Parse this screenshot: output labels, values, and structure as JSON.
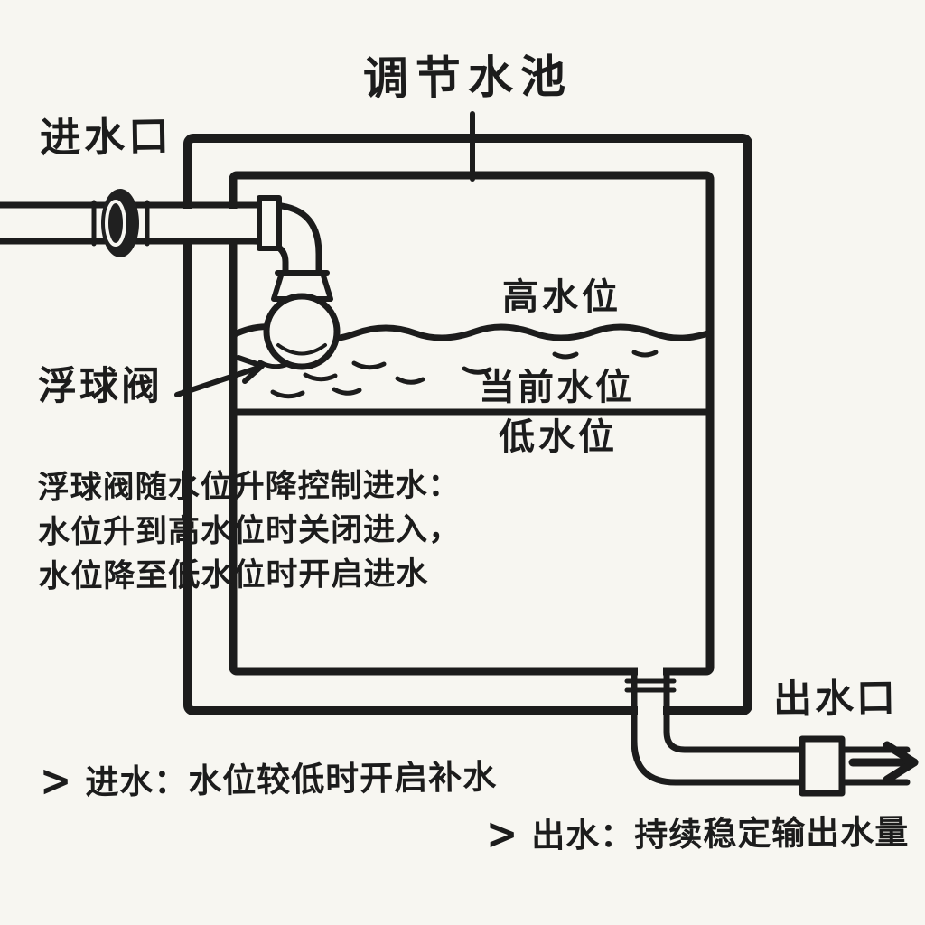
{
  "colors": {
    "background": "#f7f6f1",
    "ink": "#1c1c1c"
  },
  "diagram": {
    "title": "调节水池",
    "inlet_label": "进水口",
    "outlet_label": "出水口",
    "float_valve_label": "浮球阀",
    "levels": {
      "high": "高水位",
      "current": "当前水位",
      "low": "低水位"
    },
    "description_lines": [
      "浮球阀随水位升降控制进水：",
      "水位升到高水位时关闭进入，",
      "水位降至低水位时开启进水"
    ],
    "notes": [
      {
        "bullet": ">",
        "text": "进水：水位较低时开启补水"
      },
      {
        "bullet": ">",
        "text": "出水：持续稳定输出水量"
      }
    ],
    "icons": {
      "outlet_flow": "arrow-right-icon",
      "note_bullet": "angle-bracket-icon"
    }
  }
}
